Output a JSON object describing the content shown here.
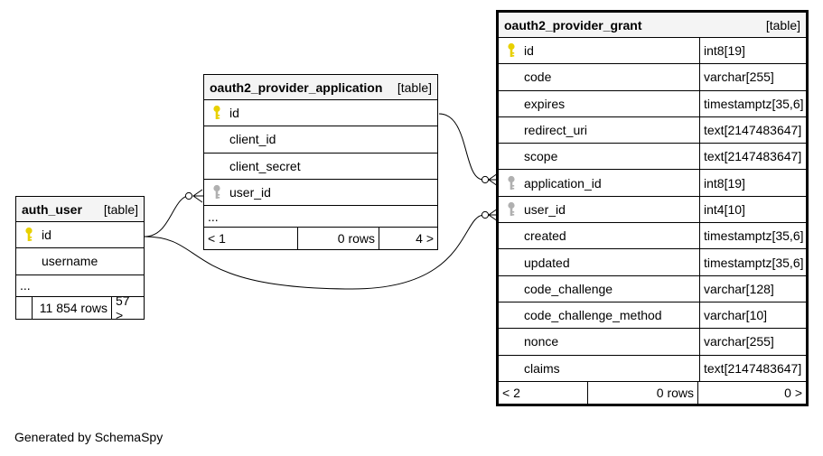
{
  "tables": {
    "auth_user": {
      "name": "auth_user",
      "tag": "[table]",
      "columns": [
        {
          "name": "id",
          "key": "primary"
        },
        {
          "name": "username",
          "key": "none"
        }
      ],
      "ellipsis": "...",
      "footer": {
        "left": "",
        "mid": "11 854 rows",
        "right": "57 >"
      }
    },
    "oauth2_provider_application": {
      "name": "oauth2_provider_application",
      "tag": "[table]",
      "columns": [
        {
          "name": "id",
          "key": "primary"
        },
        {
          "name": "client_id",
          "key": "none"
        },
        {
          "name": "client_secret",
          "key": "none"
        },
        {
          "name": "user_id",
          "key": "foreign"
        }
      ],
      "ellipsis": "...",
      "footer": {
        "left": "< 1",
        "mid": "0 rows",
        "right": "4 >"
      }
    },
    "oauth2_provider_grant": {
      "name": "oauth2_provider_grant",
      "tag": "[table]",
      "columns": [
        {
          "name": "id",
          "type": "int8[19]",
          "key": "primary"
        },
        {
          "name": "code",
          "type": "varchar[255]",
          "key": "none"
        },
        {
          "name": "expires",
          "type": "timestamptz[35,6]",
          "key": "none"
        },
        {
          "name": "redirect_uri",
          "type": "text[2147483647]",
          "key": "none"
        },
        {
          "name": "scope",
          "type": "text[2147483647]",
          "key": "none"
        },
        {
          "name": "application_id",
          "type": "int8[19]",
          "key": "foreign"
        },
        {
          "name": "user_id",
          "type": "int4[10]",
          "key": "foreign"
        },
        {
          "name": "created",
          "type": "timestamptz[35,6]",
          "key": "none"
        },
        {
          "name": "updated",
          "type": "timestamptz[35,6]",
          "key": "none"
        },
        {
          "name": "code_challenge",
          "type": "varchar[128]",
          "key": "none"
        },
        {
          "name": "code_challenge_method",
          "type": "varchar[10]",
          "key": "none"
        },
        {
          "name": "nonce",
          "type": "varchar[255]",
          "key": "none"
        },
        {
          "name": "claims",
          "type": "text[2147483647]",
          "key": "none"
        }
      ],
      "footer": {
        "left": "< 2",
        "mid": "0 rows",
        "right": "0 >"
      }
    }
  },
  "key_colors": {
    "primary": "#e8d000",
    "foreign": "#b0b0b0"
  },
  "credit": "Generated by SchemaSpy"
}
